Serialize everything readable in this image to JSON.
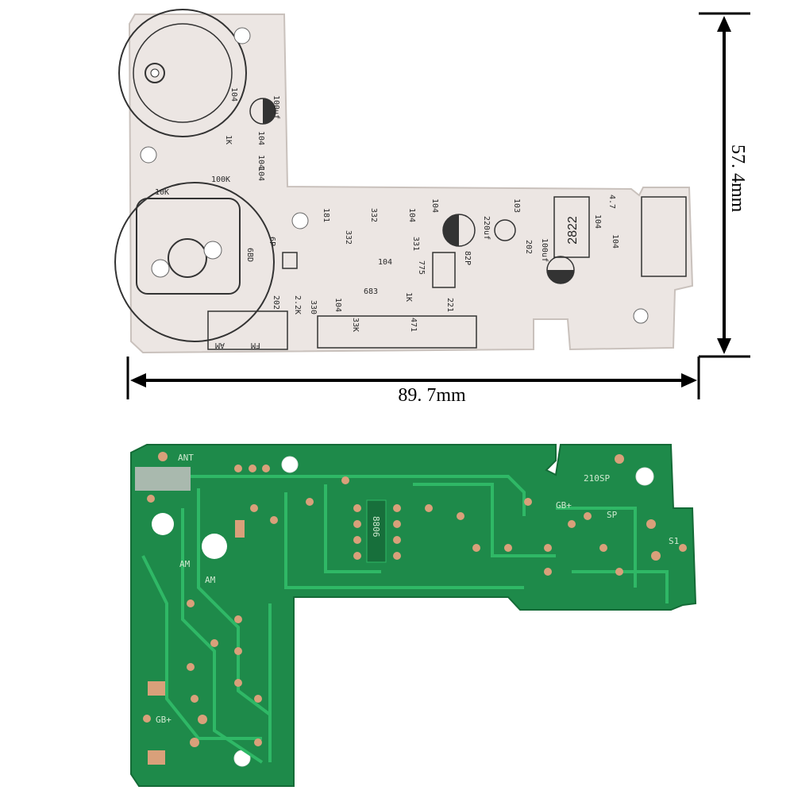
{
  "dimensions": {
    "width_label": "89. 7mm",
    "height_label": "57. 4mm"
  },
  "top_board": {
    "chip_label": "2822",
    "silkscreen": [
      "104",
      "100uf",
      "104",
      "104",
      "104",
      "10K",
      "100K",
      "1K",
      "181",
      "332",
      "104",
      "104",
      "332",
      "331",
      "6P",
      "6BD",
      "104",
      "775",
      "82P",
      "220uf",
      "103",
      "202",
      "100uf",
      "104",
      "4.7",
      "104",
      "683",
      "1K",
      "221",
      "471",
      "33K",
      "330",
      "104",
      "202",
      "2.2K",
      "FM",
      "AM"
    ]
  },
  "bottom_board": {
    "labels": [
      "ANT",
      "210SP",
      "GB+",
      "SP",
      "S1",
      "AM",
      "AM",
      "GB+",
      "8806"
    ]
  },
  "colors": {
    "top_board": "#ece6e3",
    "bottom_board": "#1e8a4a",
    "copper_pad": "#d9a07a"
  }
}
